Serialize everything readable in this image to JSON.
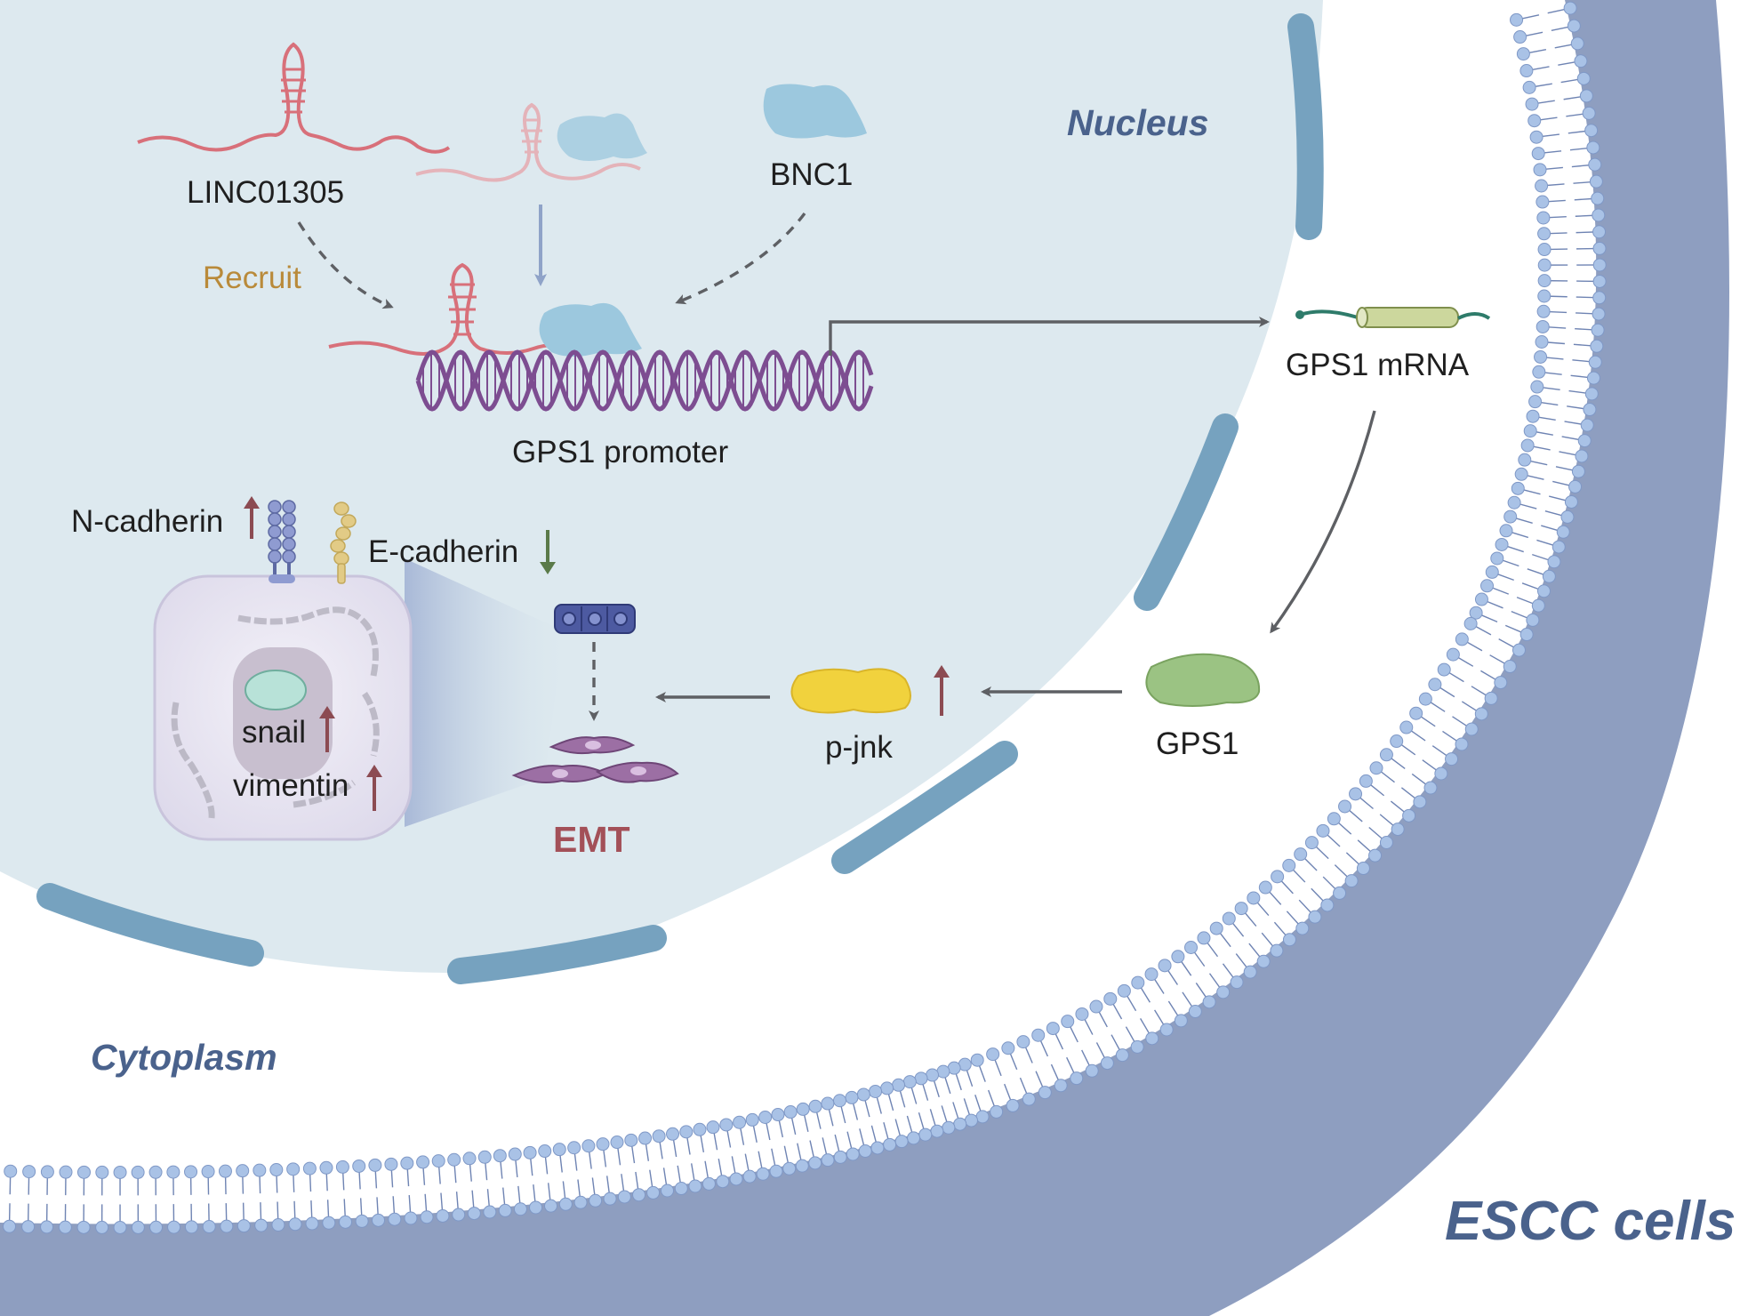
{
  "regions": {
    "nucleus": "Nucleus",
    "cytoplasm": "Cytoplasm",
    "cell": "ESCC cells"
  },
  "labels": {
    "lncrna": "LINC01305",
    "bnc1": "BNC1",
    "recruit": "Recruit",
    "promoter": "GPS1 promoter",
    "mrna": "GPS1 mRNA",
    "gps1": "GPS1",
    "pjnk": "p-jnk",
    "ncadherin": "N-cadherin",
    "ecadherin": "E-cadherin",
    "snail": "snail",
    "vimentin": "vimentin",
    "emt": "EMT"
  },
  "regulation": {
    "ncadherin": "up",
    "ecadherin": "down",
    "snail": "up",
    "vimentin": "up",
    "pjnk": "up"
  },
  "colors": {
    "nucleus_fill": "#dde9ef",
    "envelope": "#76a2bf",
    "membrane_band": "#8e9ec0",
    "lipid_head": "#a9c2e6",
    "rna": "#d8707a",
    "dna": "#7d4d91",
    "bnc1_protein": "#9cc8de",
    "gps1_protein": "#9bc383",
    "pjnk_protein": "#f1d23d",
    "up_arrow": "#8c4b52",
    "down_arrow": "#5a7a49",
    "recruit_text": "#b98a3a",
    "emt_text": "#a35058",
    "region_text": "#4a628c"
  }
}
